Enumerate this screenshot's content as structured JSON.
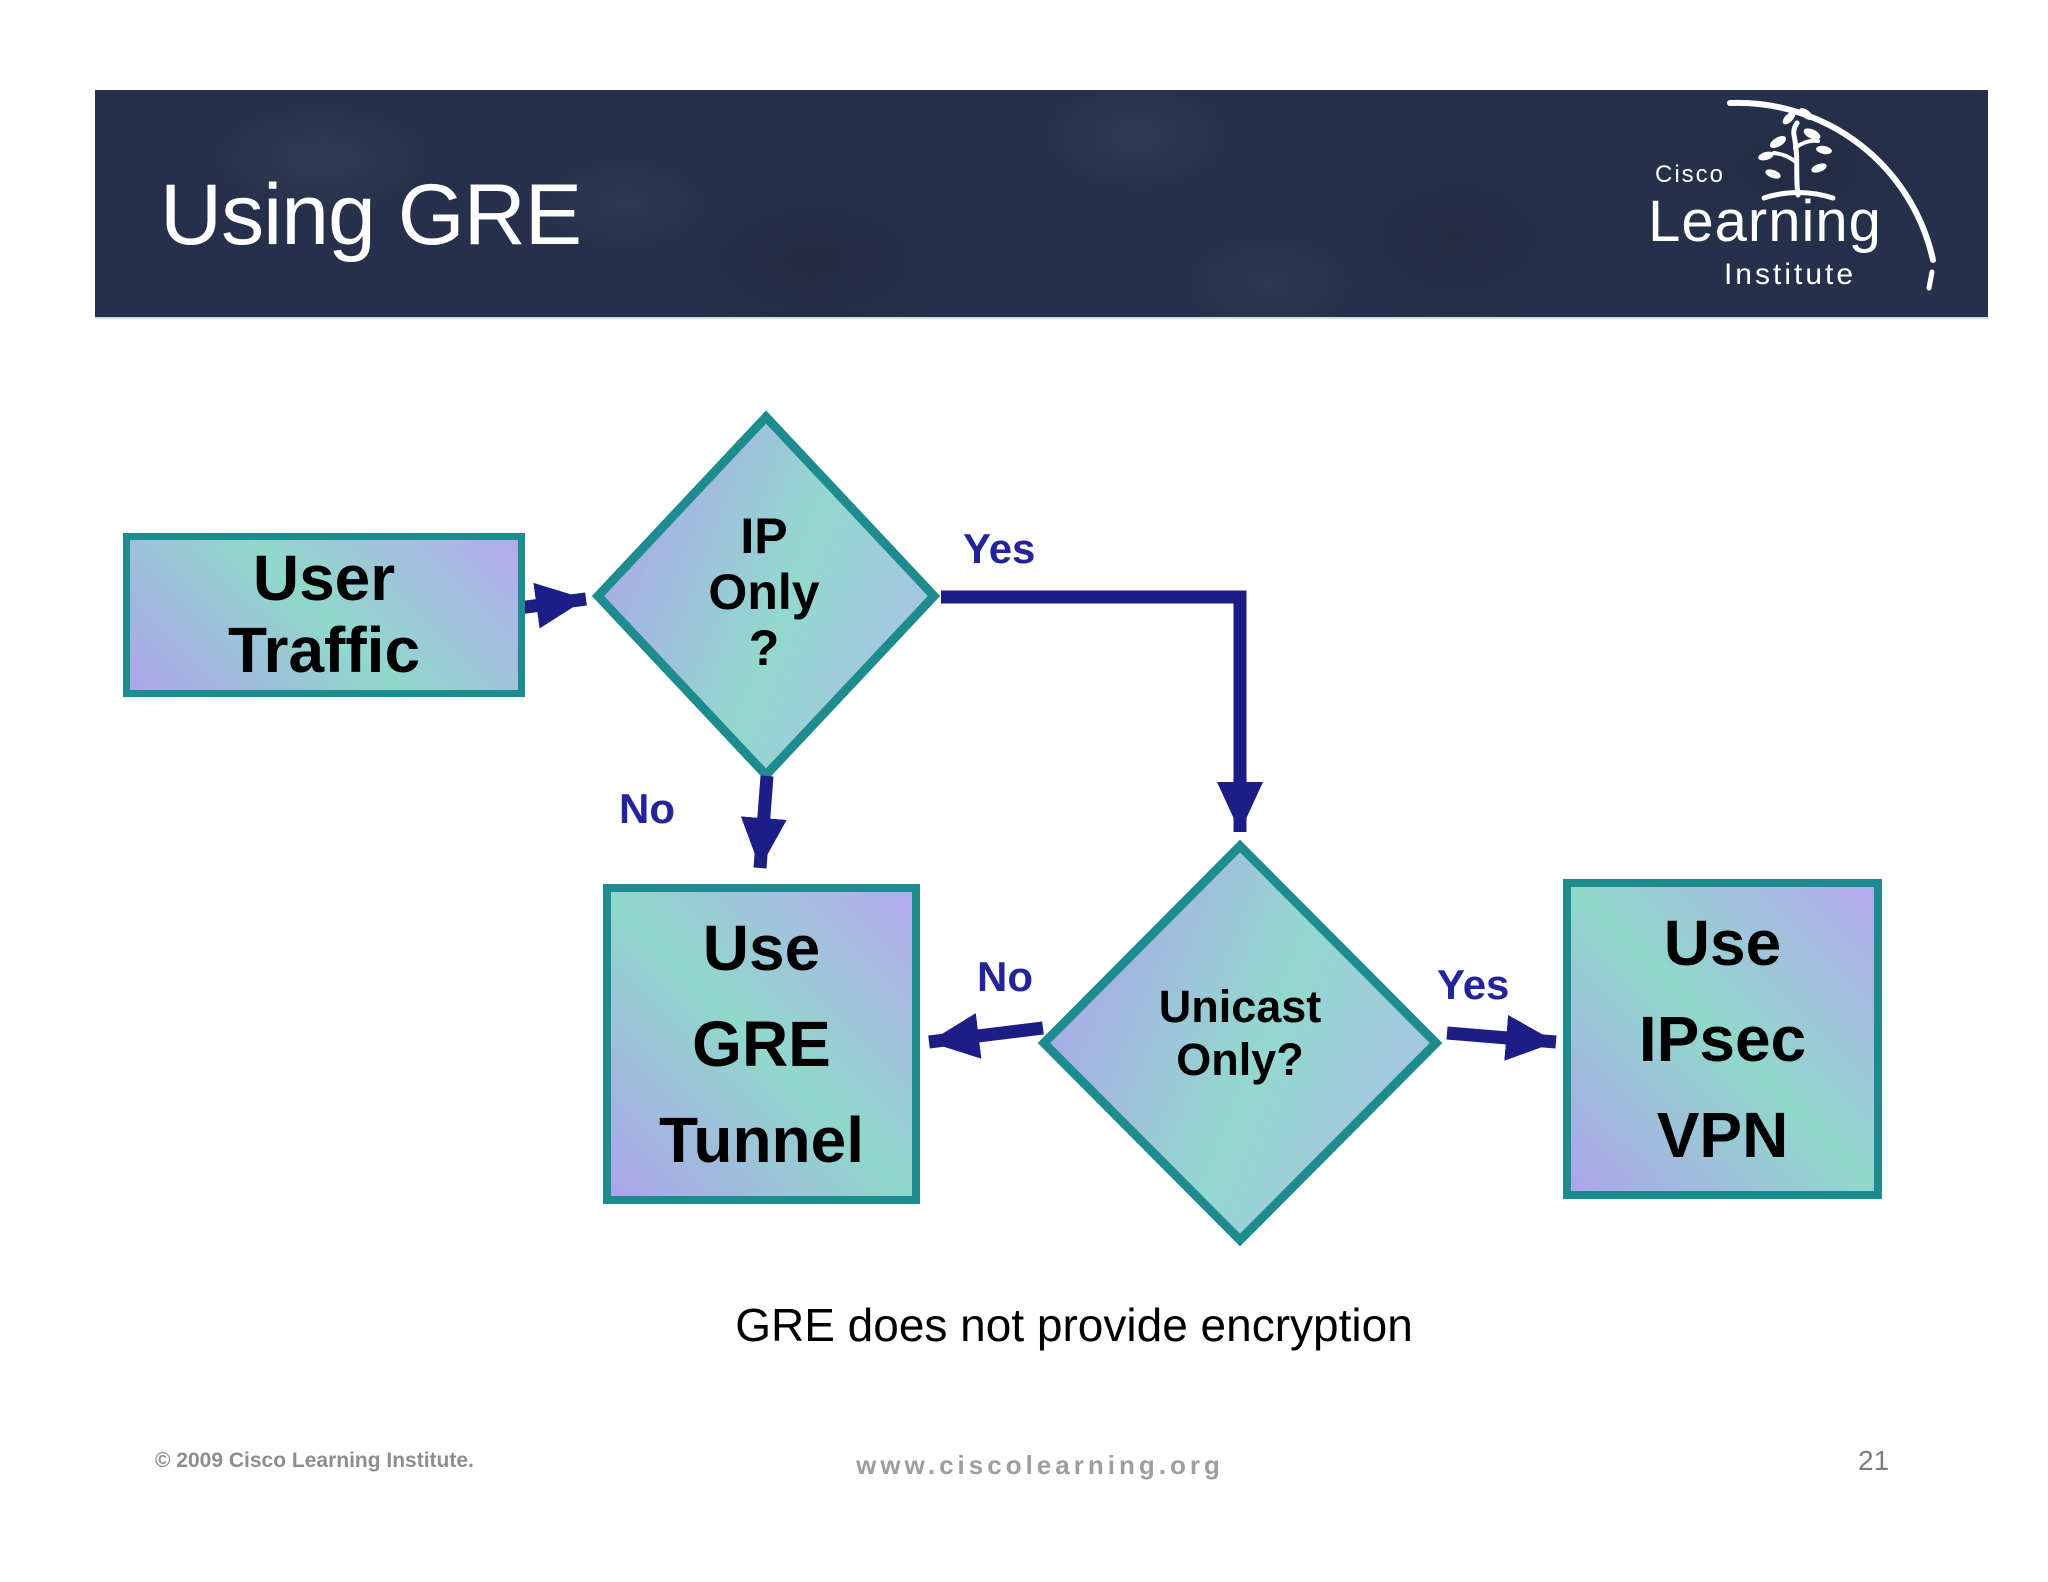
{
  "title_bar": {
    "title": "Using GRE"
  },
  "logo": {
    "cisco": "Cisco",
    "learning": "Learning",
    "institute": "Institute",
    "icons": [
      "arc-icon",
      "tree-icon"
    ]
  },
  "flowchart": {
    "nodes": {
      "user_traffic": {
        "lines": [
          "User",
          "Traffic"
        ]
      },
      "ip_only": {
        "lines": [
          "IP",
          "Only",
          "?"
        ]
      },
      "use_gre_tunnel": {
        "lines": [
          "Use",
          "GRE",
          "Tunnel"
        ]
      },
      "unicast_only": {
        "lines": [
          "Unicast",
          "Only?"
        ]
      },
      "use_ipsec_vpn": {
        "lines": [
          "Use",
          "IPsec",
          "VPN"
        ]
      }
    },
    "edge_labels": {
      "ip_only_yes": "Yes",
      "ip_only_no": "No",
      "unicast_no": "No",
      "unicast_yes": "Yes"
    }
  },
  "caption": "GRE does not provide encryption",
  "footer": {
    "copyright": "© 2009 Cisco Learning Institute.",
    "website": "www.ciscolearning.org",
    "page_number": "21"
  },
  "colors": {
    "header_bg": "#26304a",
    "title_text": "#ffffff",
    "arrow_navy": "#1d1d86",
    "edge_label_navy": "#24249a",
    "shape_border_teal": "#1e8b8f",
    "gradient_mint": "#90d8cb",
    "gradient_lavender": "#b4aaee",
    "node_text_black": "#000000",
    "footer_gray": "#8e8e8e"
  }
}
